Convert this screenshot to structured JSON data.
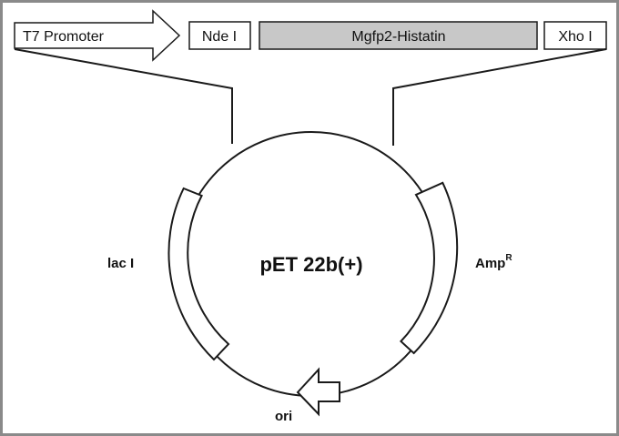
{
  "construct": {
    "promoter_label": "T7 Promoter",
    "site_left_label": "Nde I",
    "insert_label": "Mgfp2-Histatin",
    "site_right_label": "Xho I"
  },
  "plasmid": {
    "name": "pET 22b(+)",
    "features": {
      "lac_label": "lac I",
      "amp_label": "Amp",
      "amp_superscript": "R",
      "ori_label": "ori"
    }
  },
  "colors": {
    "insert_fill": "#c8c8c8",
    "stroke": "#1a1a1a",
    "background": "#ffffff",
    "frame": "#8a8a8a"
  }
}
